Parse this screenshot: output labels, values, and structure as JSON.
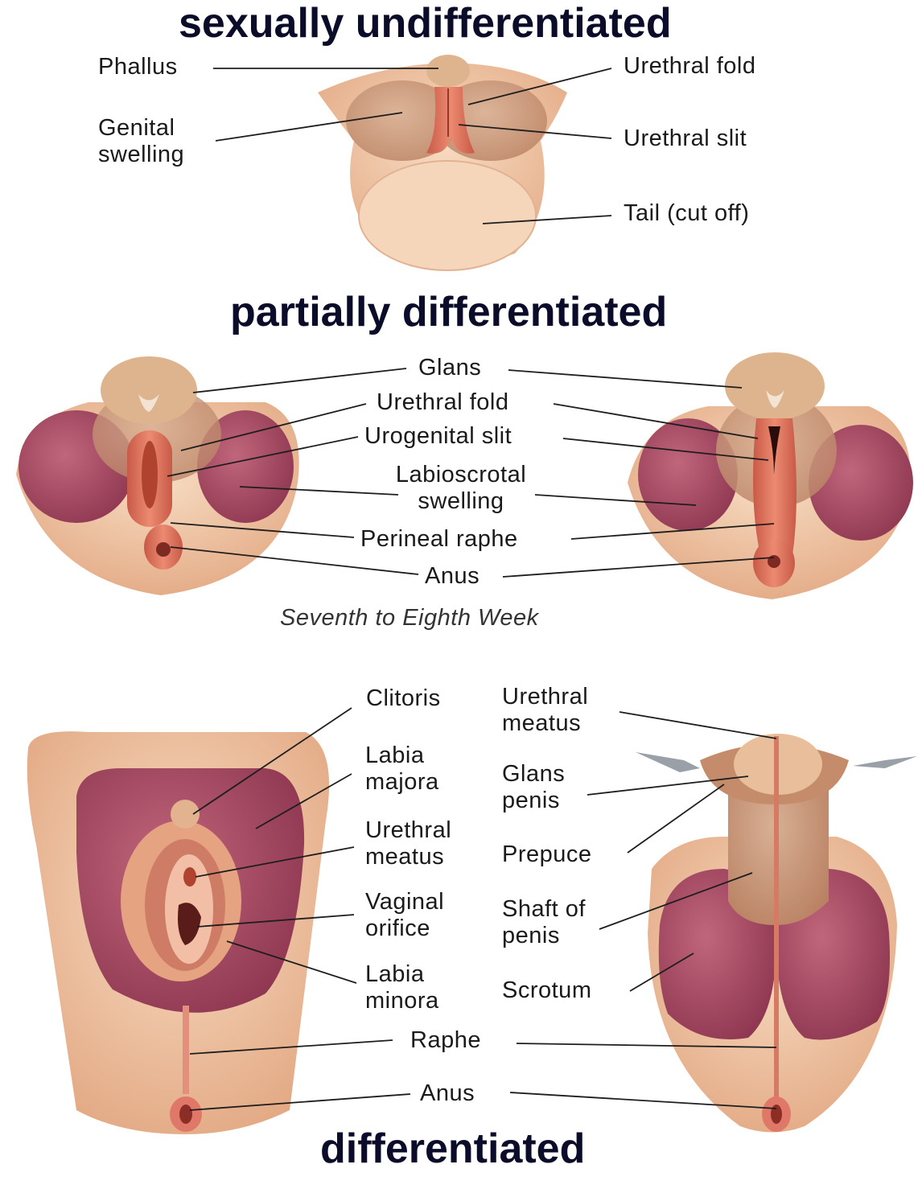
{
  "headings": {
    "undifferentiated": "sexually undifferentiated",
    "partial": "partially differentiated",
    "differentiated": "differentiated"
  },
  "stage1": {
    "phallus": "Phallus",
    "genital_swelling": "Genital swelling",
    "urethral_fold": "Urethral fold",
    "urethral_slit": "Urethral slit",
    "tail": "Tail (cut off)"
  },
  "stage2": {
    "glans": "Glans",
    "urethral_fold": "Urethral fold",
    "urogenital_slit": "Urogenital slit",
    "labioscrotal_swelling": "Labioscrotal swelling",
    "perineal_raphe": "Perineal raphe",
    "anus": "Anus",
    "caption": "Seventh to Eighth Week"
  },
  "stage3": {
    "clitoris": "Clitoris",
    "labia_majora": "Labia majora",
    "urethral_meatus_f": "Urethral meatus",
    "vaginal_orifice": "Vaginal orifice",
    "labia_minora": "Labia minora",
    "urethral_meatus_m": "Urethral meatus",
    "glans_penis": "Glans penis",
    "prepuce": "Prepuce",
    "shaft_of_penis": "Shaft of penis",
    "scrotum": "Scrotum",
    "raphe": "Raphe",
    "anus": "Anus"
  },
  "colors": {
    "skin": "#f0c6a4",
    "skin_dark": "#d9a07c",
    "swelling": "#a84a63",
    "fold": "#d9705a",
    "shaft": "#b98062",
    "heading": "#0b0c2a"
  }
}
